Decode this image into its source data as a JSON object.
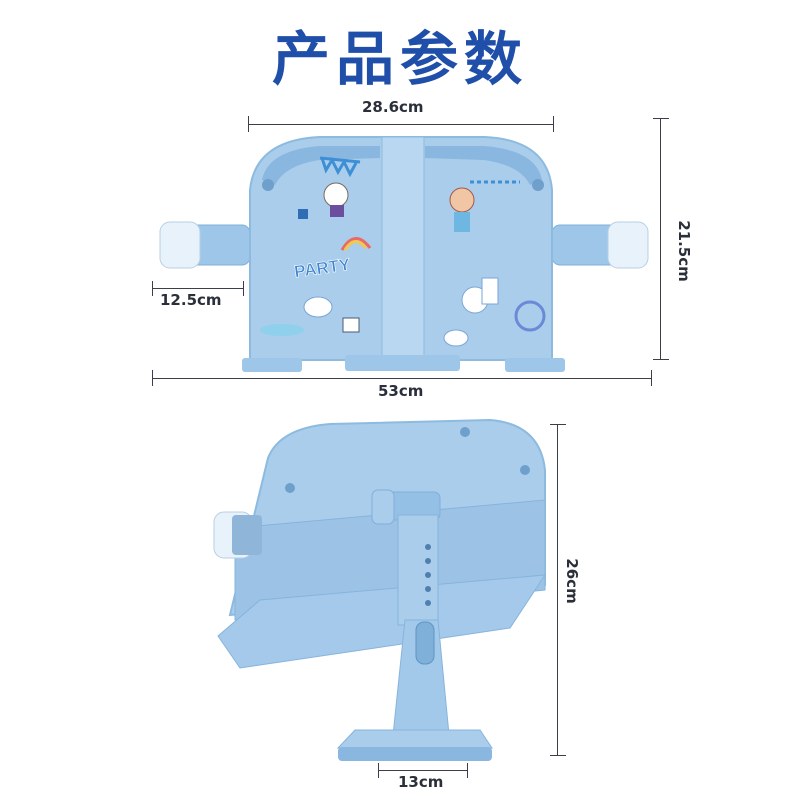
{
  "title": "产品参数",
  "dimensions": {
    "top_width": "28.6cm",
    "height_front": "21.5cm",
    "clip_width": "12.5cm",
    "total_width": "53cm",
    "height_stand": "26cm",
    "base_width": "13cm"
  },
  "sticker_text": "PARTY",
  "colors": {
    "title": "#1f4fa8",
    "product": "#a9cdea",
    "product_dark": "#7fb0da",
    "dimension_line": "#3a3f4a"
  }
}
